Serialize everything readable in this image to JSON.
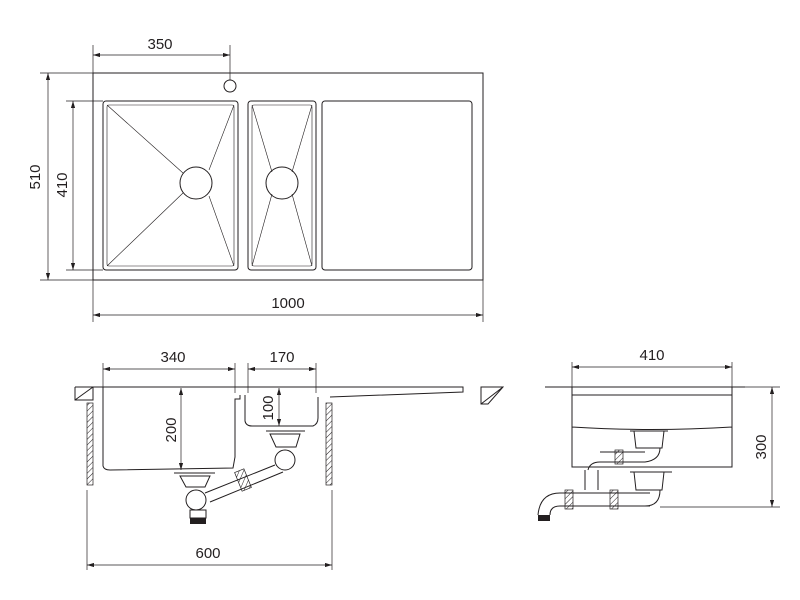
{
  "top_view": {
    "dim_tap_offset": "350",
    "dim_overall_depth": "510",
    "dim_bowl_depth": "410",
    "dim_overall_width": "1000"
  },
  "front_section": {
    "dim_main_bowl_width": "340",
    "dim_second_bowl_width": "170",
    "dim_main_bowl_depth": "200",
    "dim_second_bowl_depth": "100",
    "dim_cabinet_width": "600"
  },
  "side_section": {
    "dim_bowl_width": "410",
    "dim_total_height": "300"
  },
  "colors": {
    "line": "#231f20",
    "background": "#ffffff"
  }
}
